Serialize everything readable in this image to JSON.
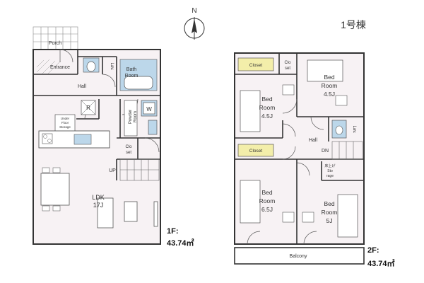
{
  "building": "1号棟",
  "compass": {
    "label": "N"
  },
  "floor1": {
    "area_label": "1F:",
    "area_value": "43.74㎡",
    "rooms": {
      "porch": "Porch",
      "entrance": "Entrance",
      "lav": "Lav.",
      "bath_1": "Bath",
      "bath_2": "Room",
      "hall": "Hall",
      "under_floor_1": "Under",
      "under_floor_2": "Floor",
      "under_floor_3": "Storage",
      "r_mark": "R",
      "w_mark": "W",
      "powder_1": "Powder",
      "powder_2": "Room",
      "clo_1": "Clo",
      "clo_2": "set",
      "up": "UP",
      "ldk_1": "LDK",
      "ldk_2": "17J"
    }
  },
  "floor2": {
    "area_label": "2F:",
    "area_value": "43.74㎡",
    "rooms": {
      "closet_a": "Closet",
      "clo_1": "Clo",
      "clo_2": "set",
      "bed_nw_1": "Bed",
      "bed_nw_2": "Room",
      "bed_nw_3": "4.5J",
      "bed_ne_1": "Bed",
      "bed_ne_2": "Room",
      "bed_ne_3": "4.5J",
      "hall": "Hall",
      "lav": "Lav.",
      "dn": "DN",
      "closet_b": "Closet",
      "storage_1": "床上げ",
      "storage_2": "Sto",
      "storage_3": "rage",
      "bed_sw_1": "Bed",
      "bed_sw_2": "Room",
      "bed_sw_3": "6.5J",
      "bed_se_1": "Bed",
      "bed_se_2": "Room",
      "bed_se_3": "5J",
      "balcony": "Balcony"
    }
  },
  "colors": {
    "wall": "#333333",
    "fixture_blue": "#bcd7ea",
    "closet_yellow": "#f3eeaa",
    "floor_tint": "#f6f0f3"
  }
}
